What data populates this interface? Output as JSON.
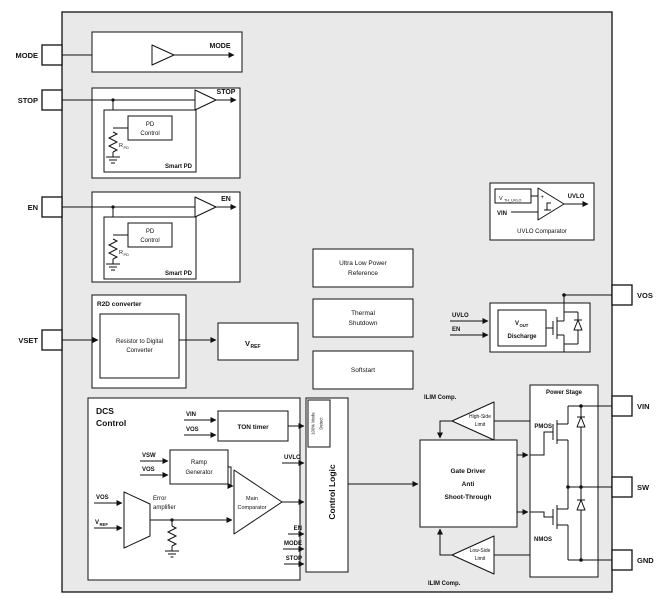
{
  "pins": {
    "left": {
      "mode": "MODE",
      "stop": "STOP",
      "en": "EN",
      "vset": "VSET"
    },
    "right": {
      "vos": "VOS",
      "vin": "VIN",
      "sw": "SW",
      "gnd": "GND"
    }
  },
  "mode_block": {
    "out": "MODE"
  },
  "stop_block": {
    "out": "STOP"
  },
  "en_block": {
    "out": "EN"
  },
  "smart_pd": {
    "pd1": "PD",
    "pd2": "Control",
    "r": "R",
    "r_sub": "PD",
    "title": "Smart PD"
  },
  "r2d": {
    "title": "R2D converter",
    "l1": "Resistor to Digital",
    "l2": "Converter"
  },
  "vref": {
    "v": "V",
    "sub": "REF"
  },
  "ulp": {
    "l1": "Ultra Low Power",
    "l2": "Reference"
  },
  "thermal": {
    "l1": "Thermal",
    "l2": "Shutdown"
  },
  "softstart": {
    "l1": "Softstart"
  },
  "uvlo_comp": {
    "vth": "V",
    "vth_sub": "TH_UVLO",
    "vin": "VIN",
    "plus": "+",
    "out": "UVLO",
    "caption": "UVLO Comparator"
  },
  "discharge": {
    "uvlo": "UVLO",
    "en": "EN",
    "v": "V",
    "v_sub": "OUT",
    "l2": "Discharge"
  },
  "dcs": {
    "t1": "DCS",
    "t2": "Control"
  },
  "ton": {
    "vin": "VIN",
    "vos": "VOS",
    "label": "TON timer"
  },
  "ramp": {
    "vsw": "VSW",
    "vos": "VOS",
    "l1": "Ramp",
    "l2": "Generator"
  },
  "erramp": {
    "vos": "VOS",
    "v": "V",
    "v_sub": "REF",
    "l1": "Error",
    "l2": "amplifier"
  },
  "maincomp": {
    "l1": "Main",
    "l2": "Comparator"
  },
  "control_logic": {
    "label": "Control Logic",
    "md1": "100% Mode",
    "md2": "Detect",
    "uvlo": "UVLO",
    "en": "EN",
    "mode": "MODE",
    "stop": "STOP"
  },
  "gate_driver": {
    "l1": "Gate Driver",
    "l2": "Anti",
    "l3": "Shoot-Through"
  },
  "ilim_high": {
    "title": "ILIM Comp.",
    "l1": "High-Side",
    "l2": "Limit"
  },
  "ilim_low": {
    "title": "ILIM Comp.",
    "l1": "Low-Side",
    "l2": "Limit"
  },
  "power_stage": {
    "title": "Power Stage",
    "pmos": "PMOS",
    "nmos": "NMOS"
  }
}
